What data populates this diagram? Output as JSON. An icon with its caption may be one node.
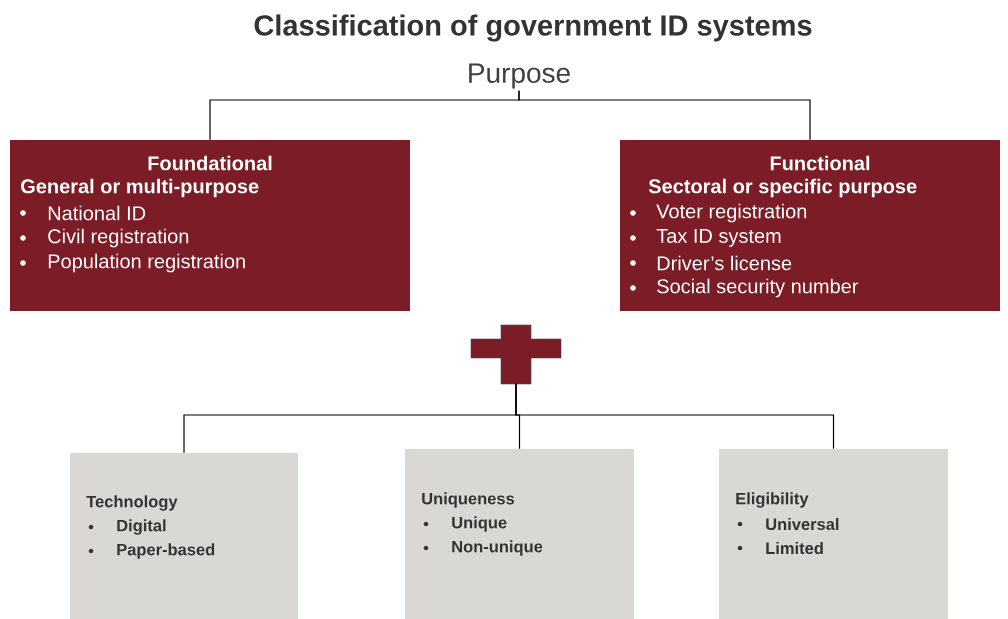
{
  "diagram": {
    "title": "Classification of government ID systems",
    "nodes": [
      {
        "text": [
          "Purpose"
        ]
      },
      {
        "text": [
          "Foundational",
          "General or multi-purpose",
          "National ID",
          "Civil registration",
          "Population registration"
        ]
      },
      {
        "text": [
          "Functional",
          "Sectoral or specific purpose",
          "Voter registration",
          "Tax ID system",
          "Driver’s license",
          "Social security number"
        ]
      },
      {
        "text": [],
        "shape": "cross"
      },
      {
        "text": [
          "Technology",
          "Digital",
          "Paper-based"
        ]
      },
      {
        "text": [
          "Uniqueness",
          "Unique",
          "Non-unique"
        ]
      },
      {
        "text": [
          "Eligibility",
          "Universal",
          "Limited"
        ]
      }
    ],
    "edges": [
      {
        "from": 0,
        "to": 1,
        "arrow": "none"
      },
      {
        "from": 0,
        "to": 2,
        "arrow": "none"
      },
      {
        "from": 3,
        "to": 4,
        "arrow": "none"
      },
      {
        "from": 3,
        "to": 5,
        "arrow": "none"
      },
      {
        "from": 3,
        "to": 6,
        "arrow": "none"
      }
    ]
  }
}
